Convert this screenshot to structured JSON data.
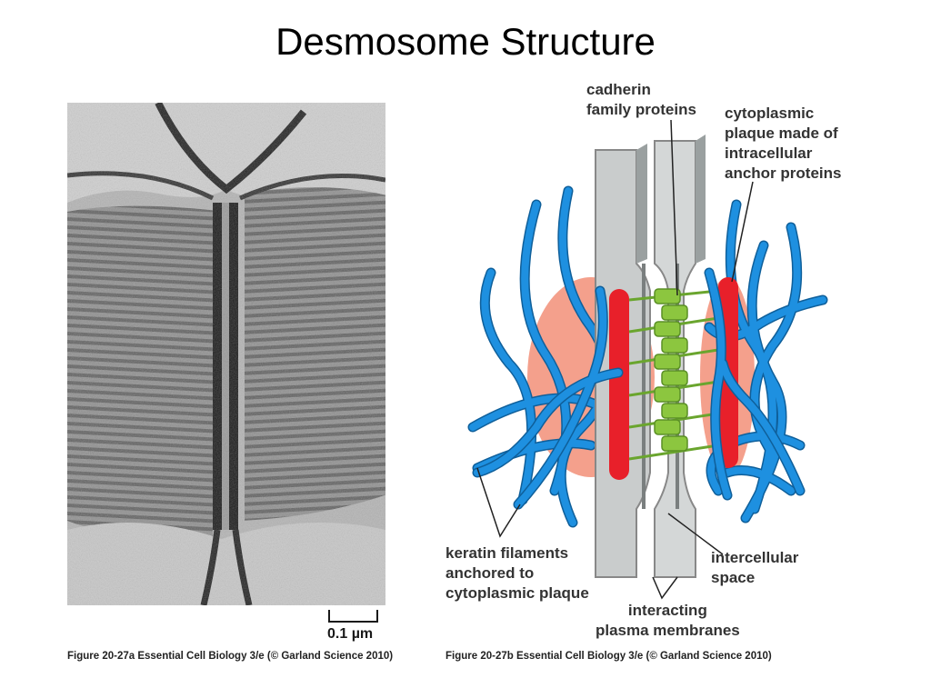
{
  "slide": {
    "title": "Desmosome Structure"
  },
  "micrograph": {
    "scale_label": "0.1 µm",
    "caption": "Figure 20-27a  Essential Cell Biology 3/e (© Garland Science 2010)"
  },
  "diagram": {
    "caption": "Figure 20-27b  Essential Cell Biology 3/e (© Garland Science 2010)",
    "labels": {
      "cadherin": "cadherin\nfamily proteins",
      "plaque": "cytoplasmic\nplaque made of\nintracellular\nanchor proteins",
      "keratin": "keratin filaments\nanchored to\ncytoplasmic plaque",
      "intercellular": "intercellular\nspace",
      "membranes": "interacting\nplasma membranes"
    },
    "colors": {
      "filament": "#1e90e0",
      "plaque": "#e8202a",
      "halo": "#f4a08c",
      "cadherin": "#8cc63f",
      "membrane": "#c9cccc"
    }
  }
}
